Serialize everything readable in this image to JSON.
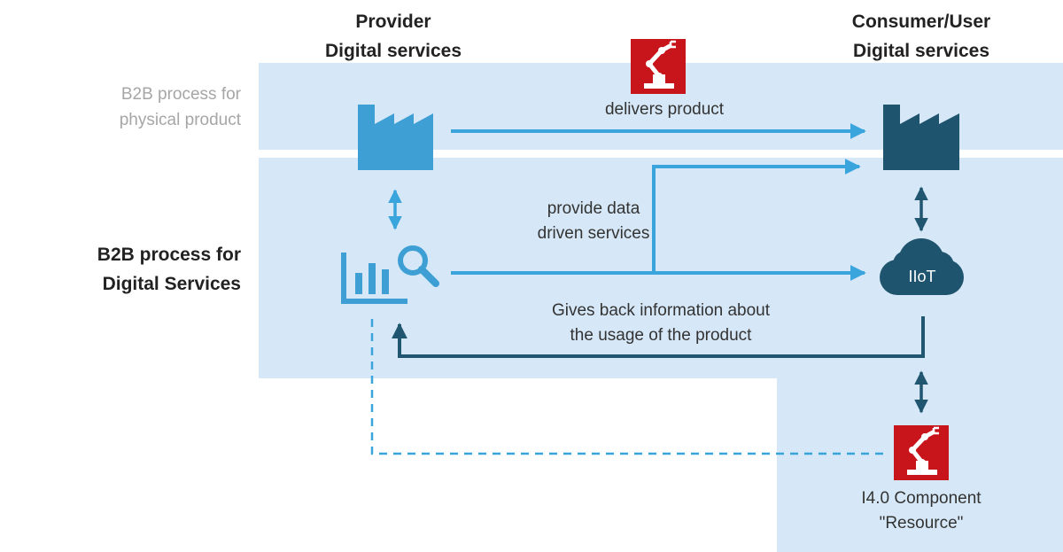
{
  "headers": {
    "provider_line1": "Provider",
    "provider_line2": "Digital services",
    "consumer_line1": "Consumer/User",
    "consumer_line2": "Digital services"
  },
  "rows": {
    "physical_line1": "B2B process for",
    "physical_line2": "physical product",
    "digital_line1": "B2B process for",
    "digital_line2": "Digital Services"
  },
  "labels": {
    "delivers": "delivers product",
    "provide_line1": "provide data",
    "provide_line2": "driven services",
    "gives_line1": "Gives back information about",
    "gives_line2": "the usage of the product",
    "iiot": "IIoT",
    "component_line1": "I4.0 Component",
    "component_line2": "\"Resource\""
  },
  "colors": {
    "band_light": "#d6e8f7",
    "provider_blue": "#3d9fd4",
    "consumer_dark": "#1f546e",
    "arrow_light": "#3aa4dc",
    "arrow_dark": "#215670",
    "red_tile": "#c8151b"
  }
}
